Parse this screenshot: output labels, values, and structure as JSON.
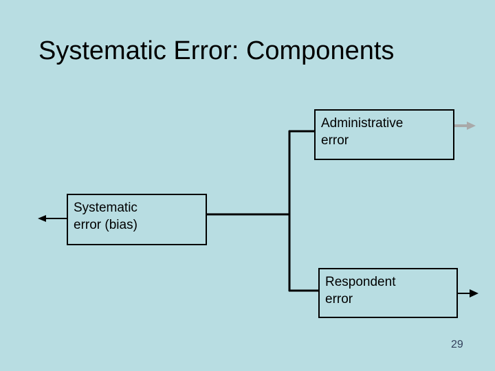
{
  "slide": {
    "title": "Systematic Error: Components",
    "page_number": "29",
    "background_color": "#b8dde2",
    "title_color": "#000000",
    "page_number_color": "#33415c"
  },
  "diagram": {
    "type": "tree",
    "root": {
      "id": "systematic",
      "label": "Systematic\nerror (bias)",
      "line1": "Systematic",
      "line2": "error (bias)",
      "outgoing_arrow": {
        "direction": "left",
        "color": "#000000"
      }
    },
    "branches": [
      {
        "id": "administrative",
        "label": "Administrative\nerror",
        "line1": "Administrative",
        "line2": "error",
        "outgoing_arrow": {
          "direction": "right",
          "color": "#a9a9a9"
        }
      },
      {
        "id": "respondent",
        "label": "Respondent\nerror",
        "line1": "Respondent",
        "line2": "error",
        "outgoing_arrow": {
          "direction": "right",
          "color": "#000000"
        }
      }
    ],
    "connector_color": "#000000",
    "box_border_color": "#000000"
  }
}
